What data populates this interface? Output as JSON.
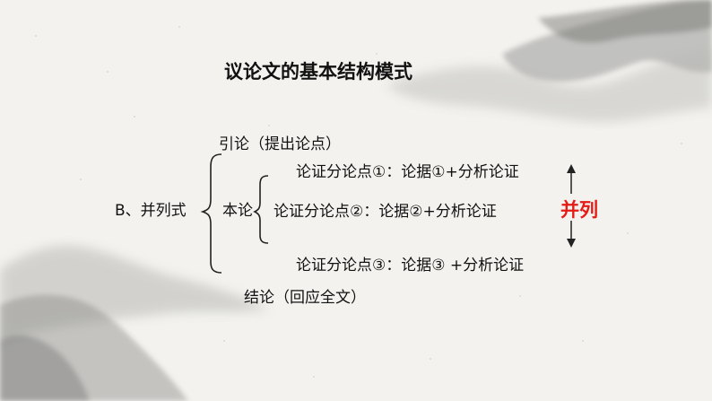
{
  "diagram": {
    "title": "议论文的基本结构模式",
    "root": "B、并列式",
    "intro": "引论（提出论点）",
    "body_label": "本论",
    "points": [
      "论证分论点①：论据①+分析论证",
      "论证分论点②：论据②+分析论证",
      "论证分论点③：论据③ +分析论证"
    ],
    "relation": "并列",
    "conclusion": "结论（回应全文）"
  },
  "colors": {
    "background": "#f3f2ef",
    "text": "#111111",
    "accent": "#e41b17"
  }
}
